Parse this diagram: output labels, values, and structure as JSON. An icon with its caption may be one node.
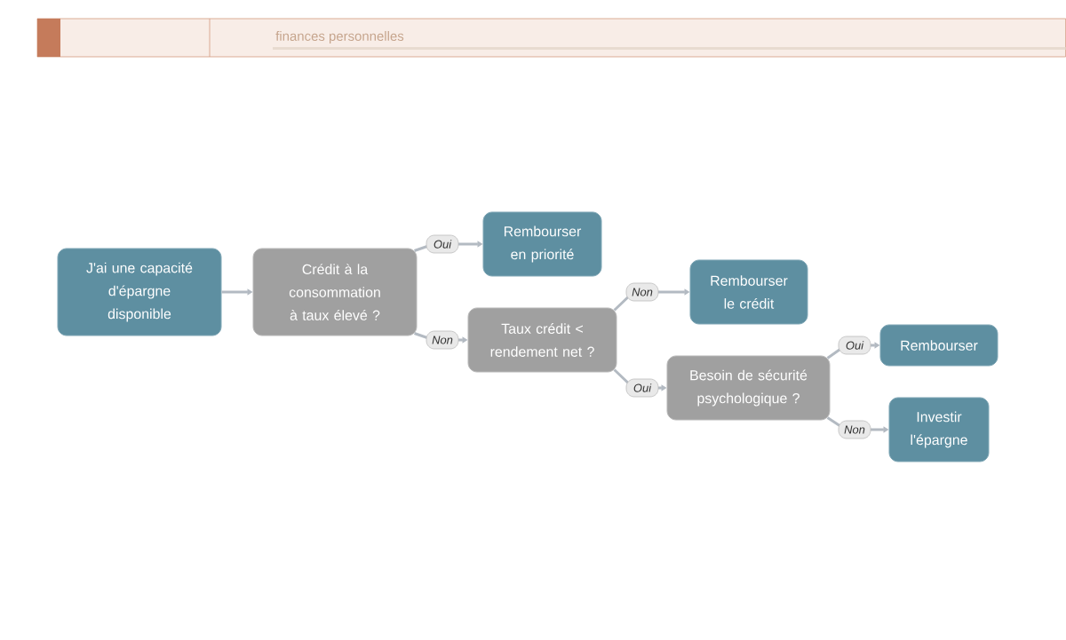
{
  "diagram": {
    "nodes": [
      {
        "text": [
          "J'ai une capacité d'épargne disponible"
        ]
      },
      {
        "text": [
          "Crédit à la consommation à taux élevé ?"
        ]
      },
      {
        "text": [
          "Rembourser en priorité"
        ]
      },
      {
        "text": [
          "Taux crédit < rendement net ?"
        ]
      },
      {
        "text": [
          "Rembourser le crédit"
        ]
      },
      {
        "text": [
          "Besoin de sécurité psychologique ?"
        ]
      },
      {
        "text": [
          "Rembourser"
        ]
      },
      {
        "text": [
          "Investir l'épargne"
        ]
      }
    ],
    "edges": [
      {
        "from": 0,
        "to": 1,
        "arrow": "to"
      },
      {
        "from": 1,
        "to": 2,
        "arrow": "to",
        "label": "Oui"
      },
      {
        "from": 1,
        "to": 3,
        "arrow": "to",
        "label": "Non"
      },
      {
        "from": 3,
        "to": 4,
        "arrow": "to",
        "label": "Non"
      },
      {
        "from": 3,
        "to": 5,
        "arrow": "to",
        "label": "Oui"
      },
      {
        "from": 5,
        "to": 6,
        "arrow": "to",
        "label": "Oui"
      },
      {
        "from": 5,
        "to": 7,
        "arrow": "to",
        "label": "Non"
      }
    ],
    "labels": [
      "finances personnelles"
    ]
  }
}
